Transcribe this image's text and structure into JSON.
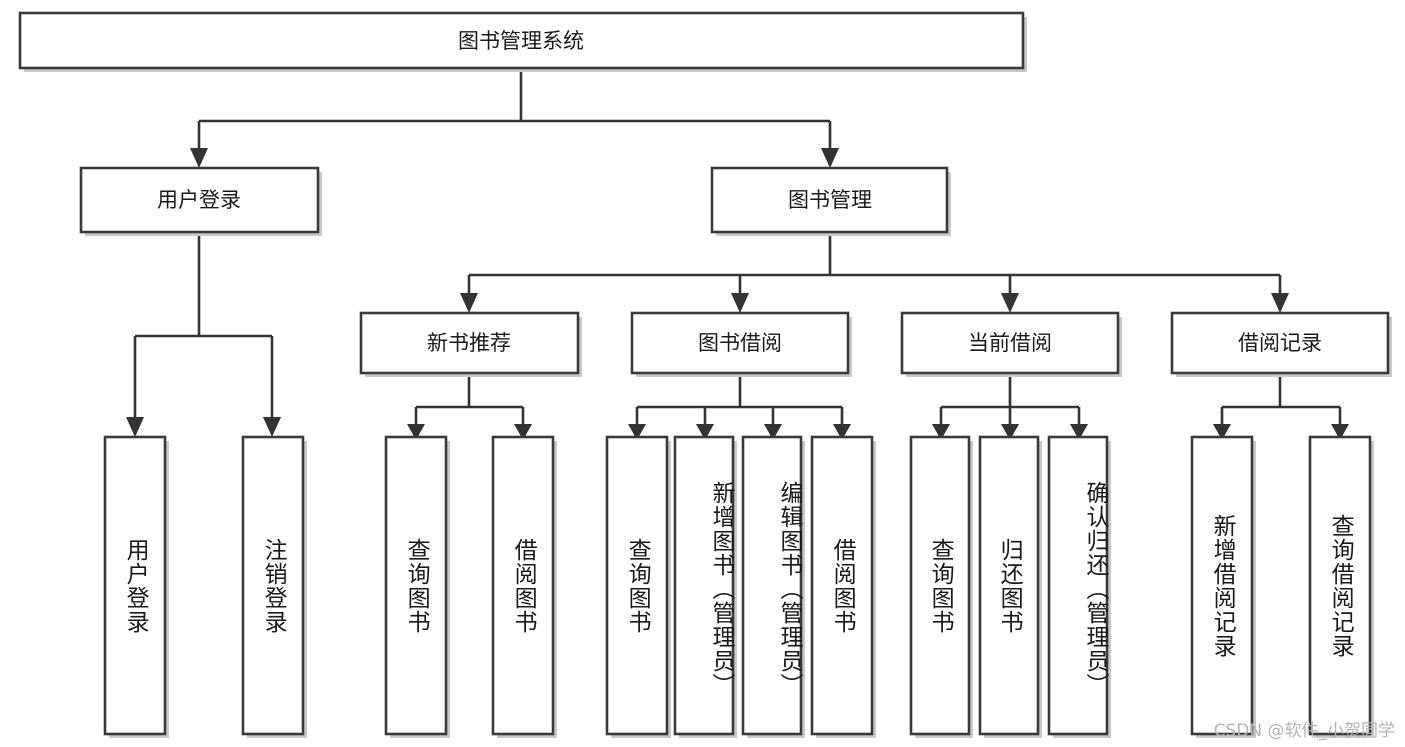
{
  "diagram": {
    "title": "图书管理系统",
    "type": "tree-hierarchy-chart",
    "root": {
      "label": "图书管理系统"
    },
    "level2": [
      {
        "label": "用户登录"
      },
      {
        "label": "图书管理"
      }
    ],
    "level3": [
      {
        "label": "新书推荐"
      },
      {
        "label": "图书借阅"
      },
      {
        "label": "当前借阅"
      },
      {
        "label": "借阅记录"
      }
    ],
    "leaves": {
      "user_login": [
        {
          "label": "用户登录"
        },
        {
          "label": "注销登录"
        }
      ],
      "new_book_recommend": [
        {
          "label": "查询图书"
        },
        {
          "label": "借阅图书"
        }
      ],
      "book_borrow": [
        {
          "label": "查询图书"
        },
        {
          "label": "新增图书（管理员）"
        },
        {
          "label": "编辑图书（管理员）"
        },
        {
          "label": "借阅图书"
        }
      ],
      "current_borrow": [
        {
          "label": "查询图书"
        },
        {
          "label": "归还图书"
        },
        {
          "label": "确认归还（管理员）"
        }
      ],
      "borrow_record": [
        {
          "label": "新增借阅记录"
        },
        {
          "label": "查询借阅记录"
        }
      ]
    }
  },
  "watermark": {
    "text": "CSDN @软件_小贺同学"
  },
  "colors": {
    "box_stroke": "#3a3a3a",
    "connector": "#333333",
    "background": "#ffffff",
    "text": "#1a1a1a",
    "watermark": "#b4b4b4"
  }
}
